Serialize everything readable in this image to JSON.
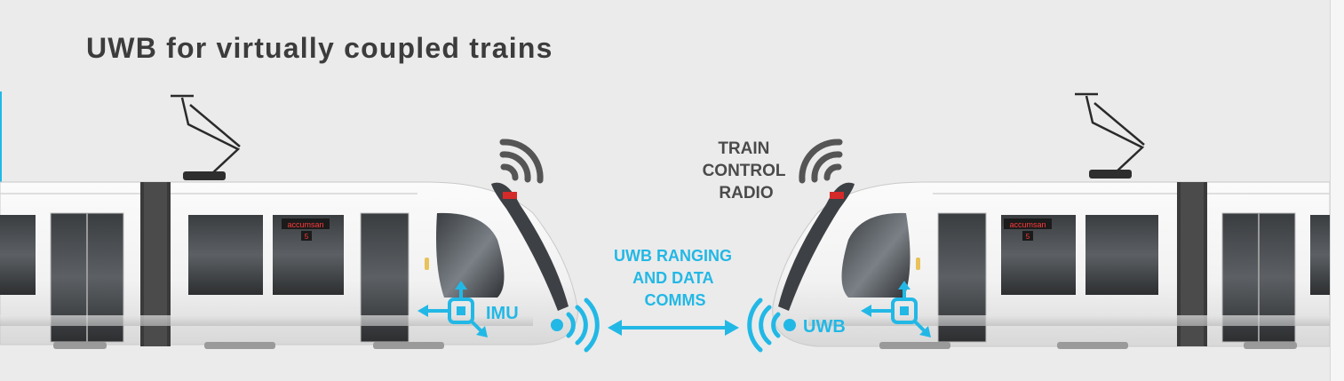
{
  "title": "UWB for virtually coupled trains",
  "labels": {
    "train_control_radio": [
      "TRAIN",
      "CONTROL",
      "RADIO"
    ],
    "uwb_ranging": [
      "UWB RANGING",
      "AND DATA",
      "COMMS"
    ],
    "imu": "IMU",
    "uwb": "UWB"
  },
  "train_display": {
    "line1": "accumsan",
    "line2": "5"
  },
  "colors": {
    "accent": "#22b8e6",
    "text_dark": "#3c3c3c",
    "radio_gray": "#4a4a4a",
    "background": "#ebebeb"
  },
  "icons": [
    "signal-waves-icon",
    "imu-sensor-icon",
    "uwb-waves-icon",
    "double-arrow-icon"
  ]
}
